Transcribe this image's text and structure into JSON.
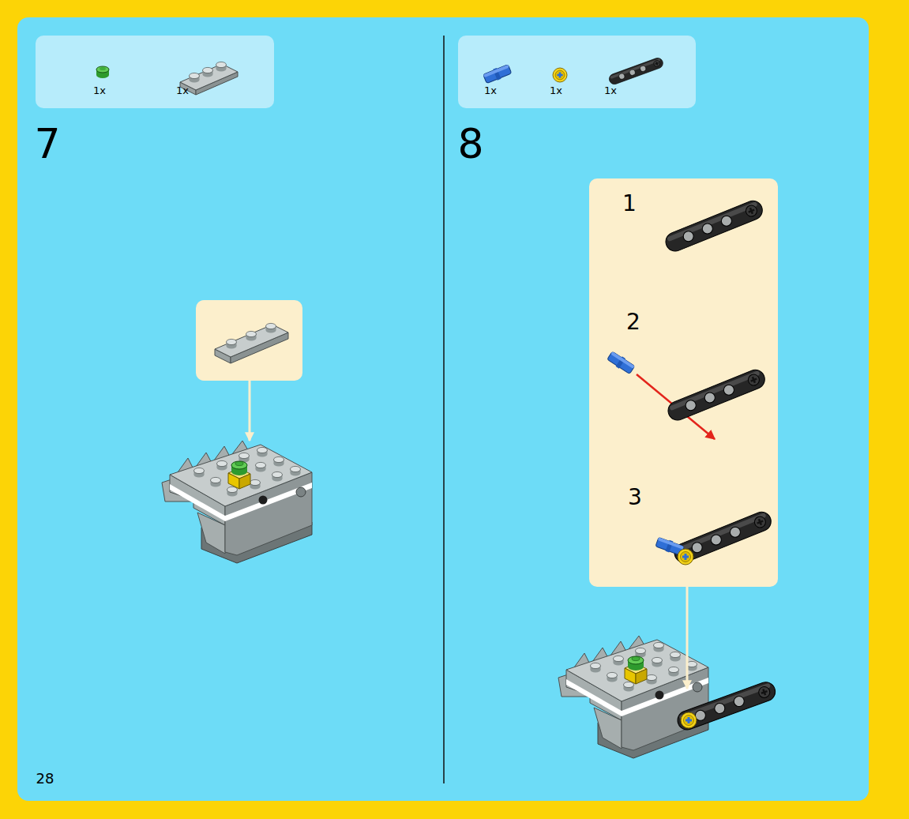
{
  "diagram": {
    "nodes": [
      {
        "text": [
          "1x",
          "1x"
        ]
      },
      {
        "text": [
          "1x",
          "1x",
          "1x"
        ]
      },
      {
        "text": [
          "1",
          "2",
          "3"
        ]
      }
    ],
    "labels": [
      "7",
      "8",
      "28"
    ]
  }
}
